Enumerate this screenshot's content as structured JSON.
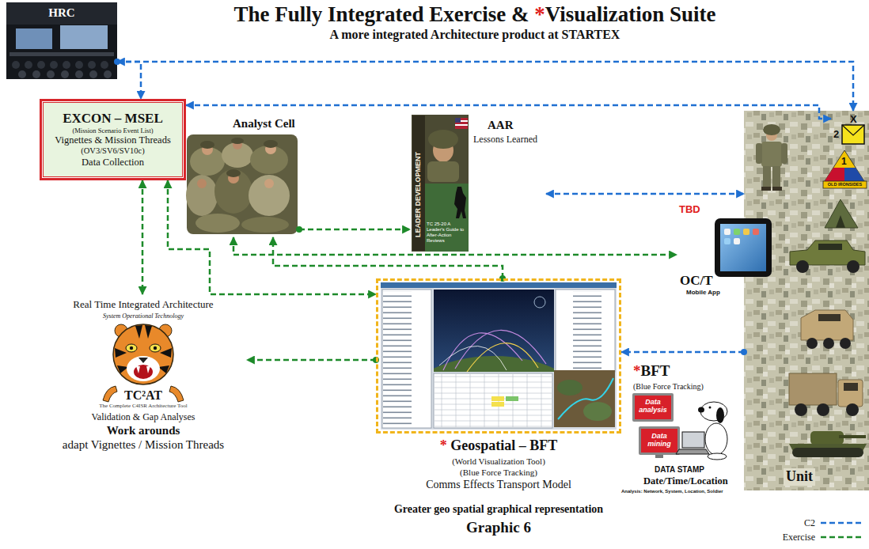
{
  "diagram": {
    "title": "The Fully Integrated Exercise & *Visualization Suite",
    "caption": "Graphic 6",
    "nodes": [
      {
        "text": [
          "HRC"
        ]
      },
      {
        "text": [
          "EXCON – MSEL",
          "(Mission Scenario Event List)",
          "Vignettes & Mission Threads",
          "(OV3/SV6/SV10c)",
          "Data Collection"
        ]
      },
      {
        "text": [
          "Analyst Cell"
        ]
      },
      {
        "text": [
          "AAR",
          "Lessons Learned"
        ]
      },
      {
        "text": [
          "Unit"
        ]
      },
      {
        "text": [
          "X",
          "2"
        ],
        "in": 4
      },
      {
        "text": [
          "TBD",
          "OC/T",
          "Mobile App"
        ]
      },
      {
        "text": [
          "Real Time Integrated Architecture",
          "System Operational Technology",
          "TC²AT",
          "The Complete C4ISR Architecture Tool",
          "Validation & Gap Analyses",
          "Work arounds",
          "adapt Vignettes / Mission Threads"
        ]
      },
      {
        "text": [
          "* Geospatial – BFT",
          "(World Visualization Tool)",
          "(Blue Force Tracking)",
          "Comms Effects Transport Model"
        ]
      },
      {
        "text": [
          "*BFT",
          "(Blue Force Tracking)",
          "DATA STAMP",
          "Date/Time/Location",
          "Analysis: Network, System, Location, Soldier"
        ]
      }
    ],
    "edges": [
      {
        "from": 0,
        "to": 5,
        "arrow": "both"
      },
      {
        "from": 0,
        "to": 1,
        "arrow": "to"
      },
      {
        "from": 1,
        "to": 5,
        "arrow": "both"
      },
      {
        "from": 2,
        "to": 3,
        "arrow": "to"
      },
      {
        "from": 3,
        "to": 4,
        "arrow": "both"
      },
      {
        "from": 1,
        "to": 7,
        "arrow": "both"
      },
      {
        "from": 1,
        "to": 8,
        "arrow": "both"
      },
      {
        "from": 2,
        "to": 6,
        "arrow": "both"
      },
      {
        "from": 8,
        "to": 2,
        "arrow": "to"
      },
      {
        "from": 8,
        "to": 7,
        "arrow": "to"
      },
      {
        "from": 4,
        "to": 8,
        "arrow": "to"
      }
    ],
    "labels": [
      "A more integrated Architecture product at STARTEX",
      "LEADER DEVELOPMENT",
      "TC 25-20 A Leader's Guide to After-Action Reviews",
      "1",
      "OLD IRONSIDES",
      "Data analysis",
      "Data mining",
      "Greater geo spatial graphical representation"
    ],
    "legend": [
      {
        "text": "C2"
      },
      {
        "text": "Exercise"
      }
    ]
  }
}
